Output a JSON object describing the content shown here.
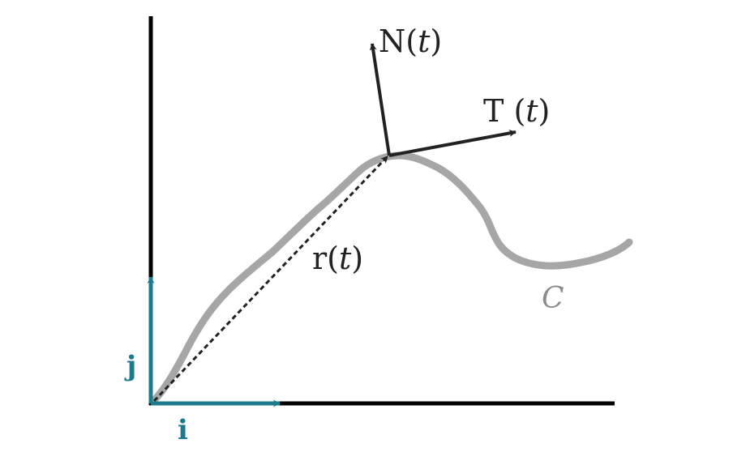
{
  "labels": {
    "normal": {
      "name": "N",
      "arg": "t"
    },
    "tangent": {
      "name": "T",
      "arg": "t"
    },
    "position": {
      "name": "r",
      "arg": "t"
    },
    "curve": "C",
    "unit_i": "i",
    "unit_j": "j"
  },
  "colors": {
    "axis": "#000000",
    "curve": "#a6a6a6",
    "unit_vector": "#1b7a8c",
    "vector": "#222222",
    "dashed": "#222222",
    "curve_label": "#8c8c8c"
  }
}
